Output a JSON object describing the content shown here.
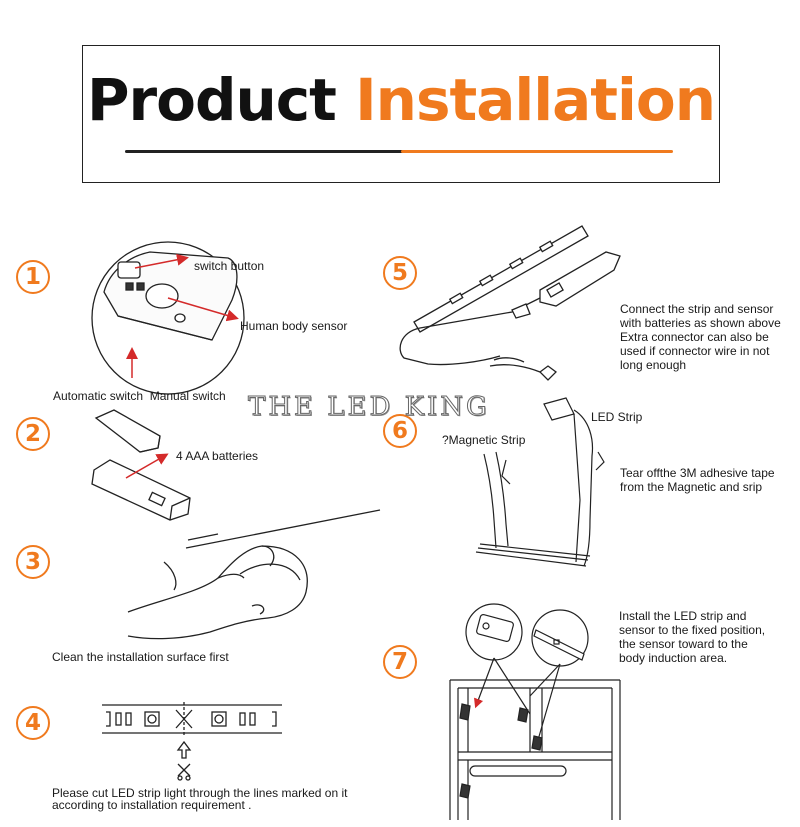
{
  "header": {
    "title_part1": "Product",
    "title_part2": "Installation"
  },
  "watermark": "THE LED KING",
  "steps": [
    {
      "number": "1",
      "labels": {
        "switch_button": "switch button",
        "human_body_sensor": "Human body sensor",
        "automatic_manual": "Automatic switch  Manual switch"
      }
    },
    {
      "number": "2",
      "labels": {
        "batteries": "4 AAA batteries"
      }
    },
    {
      "number": "3",
      "labels": {
        "clean": "Clean the installation surface first"
      }
    },
    {
      "number": "4",
      "labels": {
        "cut_line1": "Please cut LED strip light through the lines marked on it",
        "cut_line2": "according to installation requirement ."
      }
    },
    {
      "number": "5",
      "labels": {
        "connect_lines": [
          "Connect the strip and sensor",
          "with batteries as shown above",
          "Extra connector can also be",
          "used if connector wire in not",
          "long enough"
        ]
      }
    },
    {
      "number": "6",
      "labels": {
        "led_strip": "LED Strip",
        "magnetic_strip": "?Magnetic Strip",
        "tear_lines": [
          "Tear offthe 3M adhesive tape",
          "from the Magnetic and srip"
        ]
      }
    },
    {
      "number": "7",
      "labels": {
        "install_lines": [
          "Install the LED strip and",
          "sensor to the fixed position,",
          "the sensor toward to the",
          "body induction area."
        ]
      }
    }
  ],
  "colors": {
    "accent": "#f07a1e",
    "arrow": "#d42a2a",
    "ink": "#1a1a1a"
  }
}
